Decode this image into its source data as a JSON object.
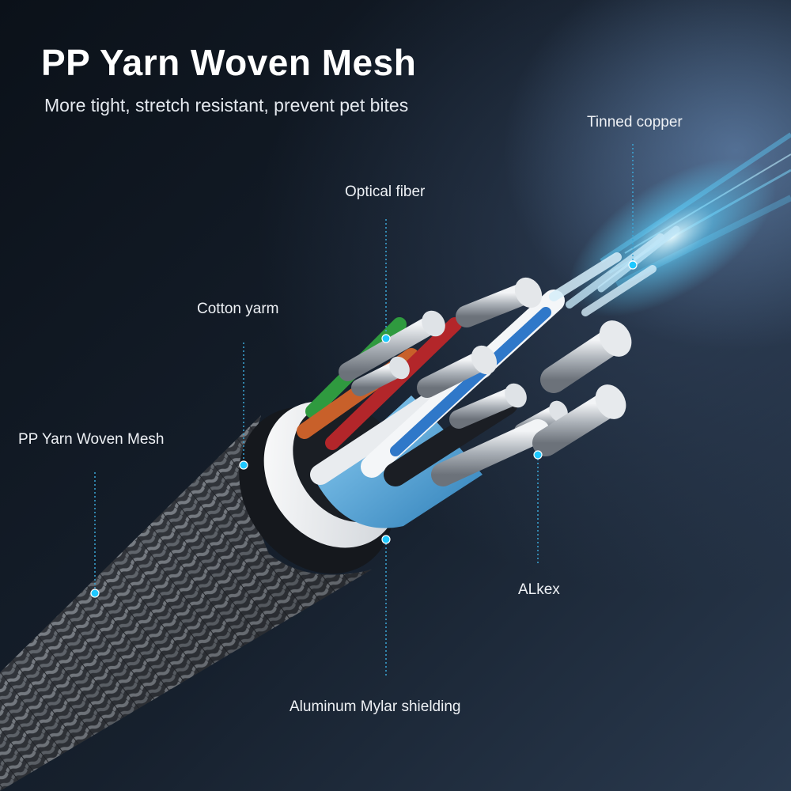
{
  "heading": {
    "title": "PP Yarn Woven Mesh",
    "subtitle": "More tight, stretch resistant, prevent pet bites"
  },
  "labels": {
    "tinned_copper": "Tinned copper",
    "optical_fiber": "Optical fiber",
    "cotton_yarn": "Cotton yarm",
    "pp_mesh": "PP Yarn Woven Mesh",
    "alkex": "ALkex",
    "mylar": "Aluminum Mylar shielding"
  },
  "colors": {
    "callout_dot": "#1ec8ff",
    "callout_line": "#3aa6d6",
    "mylar_blue": "#4aa3d8",
    "fiber_glow": "#5fd2ff"
  }
}
